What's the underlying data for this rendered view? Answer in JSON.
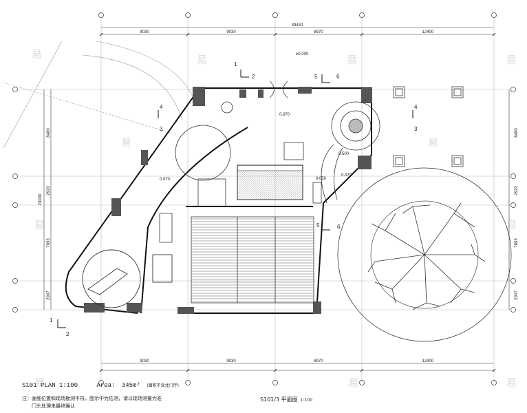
{
  "dims": {
    "total": "39430",
    "top_segments": [
      "9030",
      "9030",
      "8970",
      "12400"
    ],
    "bottom_segments": [
      "9030",
      "9030",
      "8970",
      "12400"
    ],
    "left_total": "23000",
    "left_segments": [
      "8480",
      "2920",
      "7693",
      "2907"
    ],
    "right_segments": [
      "8480",
      "2920",
      "7693",
      "2907"
    ]
  },
  "labels": {
    "elevation": "±0.000",
    "elev_070_a": "0.070",
    "elev_070_b": "0.070",
    "elev_070_c": "0.070",
    "elev_500": "0.500",
    "elev_050": "0.050"
  },
  "section_marks": {
    "s1_top": [
      "1",
      "2"
    ],
    "s5_top": [
      "5",
      "6"
    ],
    "s5_bottom": [
      "5",
      "6"
    ],
    "s4_left": [
      "4",
      "3"
    ],
    "s4_right": [
      "4",
      "3"
    ],
    "s1_bottom": [
      "1",
      "2"
    ]
  },
  "title": {
    "plan": "S101 PLAN 1:100",
    "area_label": "Area:",
    "area_value": "345m²",
    "area_note": "(面积不含北门厅)",
    "sheet": "S101/3 平面图",
    "sheet_scale": "1:100"
  },
  "notes": [
    "注：画细位置和现场勘测不符，图示中为估测，请以现场测量为准",
    "门头处理未最终确认"
  ],
  "watermark": "易"
}
